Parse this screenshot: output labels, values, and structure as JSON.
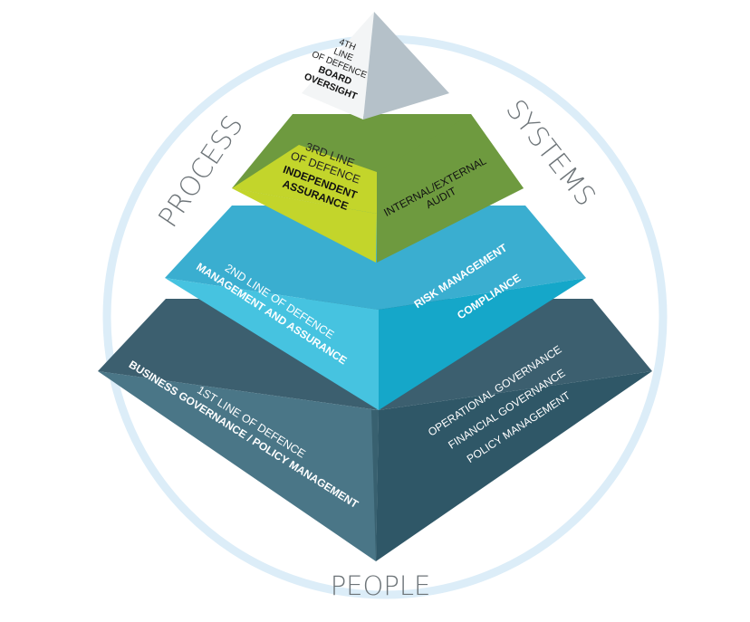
{
  "ring": {
    "process": "PROCESS",
    "systems": "SYSTEMS",
    "people": "PEOPLE"
  },
  "tier4": {
    "line1": "4TH",
    "line2": "LINE",
    "line3": "OF DEFENCE",
    "bold1": "BOARD",
    "bold2": "OVERSIGHT"
  },
  "tier3": {
    "line1": "3RD LINE",
    "line2": "OF DEFENCE",
    "bold1": "INDEPENDENT",
    "bold2": "ASSURANCE",
    "right1": "INTERNAL/EXTERNAL",
    "right2": "AUDIT"
  },
  "tier2": {
    "line1": "2ND LINE OF DEFENCE",
    "bold1": "MANAGEMENT AND ASSURANCE",
    "right1": "RISK MANAGEMENT",
    "right2": "COMPLIANCE"
  },
  "tier1": {
    "line1": "1ST LINE OF DEFENCE",
    "bold1": "BUSINESS GOVERNANCE / POLICY MANAGEMENT",
    "right1": "OPERATIONAL GOVERNANCE",
    "right2": "FINANCIAL GOVERNANCE",
    "right3": "POLICY MANAGEMENT"
  },
  "colors": {
    "ring": "#dcedf8",
    "tier1_top": "#3c5f6f",
    "tier1_left": "#4a7687",
    "tier1_right": "#2f5767",
    "tier2_top": "#3aaed0",
    "tier2_left": "#46c3e0",
    "tier2_right": "#15a7c9",
    "tier3_top": "#6e9a3f",
    "tier3_left": "#c3d52b",
    "tier3_right": "#6e9a3f",
    "tier4_left": "#f3f5f6",
    "tier4_right": "#b5c1c9",
    "ring_text": "#6d7478"
  }
}
